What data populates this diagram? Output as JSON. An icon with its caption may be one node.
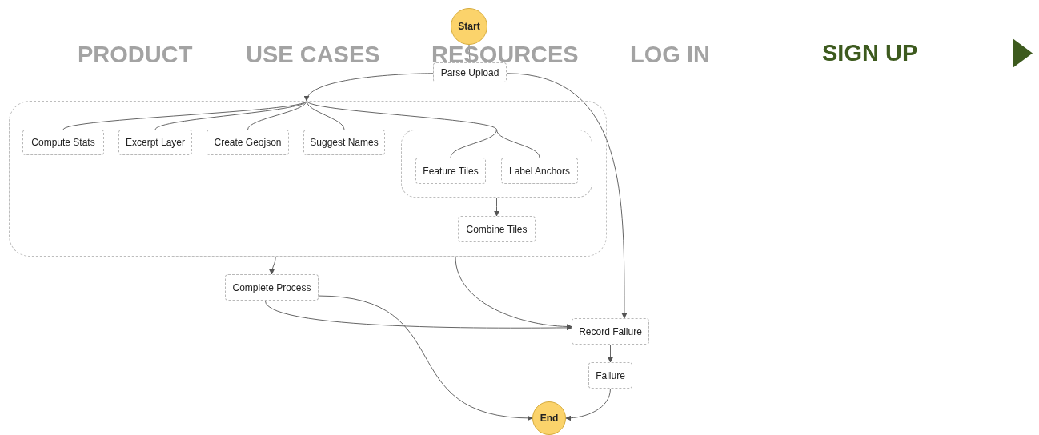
{
  "diagram": {
    "nodes": [
      {
        "text": [
          "Start"
        ]
      },
      {
        "text": [
          "Parse Upload"
        ]
      },
      {
        "text": [],
        "shape": "box"
      },
      {
        "text": [
          "Compute Stats"
        ],
        "in": 2
      },
      {
        "text": [
          "Excerpt Layer"
        ],
        "in": 2
      },
      {
        "text": [
          "Create Geojson"
        ],
        "in": 2
      },
      {
        "text": [
          "Suggest Names"
        ],
        "in": 2
      },
      {
        "text": [],
        "shape": "box",
        "in": 2
      },
      {
        "text": [
          "Feature Tiles"
        ],
        "in": 7
      },
      {
        "text": [
          "Label Anchors"
        ],
        "in": 7
      },
      {
        "text": [
          "Combine Tiles"
        ],
        "in": 2
      },
      {
        "text": [
          "Complete Process"
        ]
      },
      {
        "text": [
          "Record Failure"
        ]
      },
      {
        "text": [
          "Failure"
        ]
      },
      {
        "text": [
          "End"
        ]
      }
    ],
    "edges": [
      {
        "from": 0,
        "to": 1,
        "arrow": "none"
      },
      {
        "from": 1,
        "to": 2,
        "arrow": "to"
      },
      {
        "from": 2,
        "to": 3,
        "arrow": "none"
      },
      {
        "from": 2,
        "to": 4,
        "arrow": "none"
      },
      {
        "from": 2,
        "to": 5,
        "arrow": "none"
      },
      {
        "from": 2,
        "to": 6,
        "arrow": "none"
      },
      {
        "from": 2,
        "to": 7,
        "arrow": "none"
      },
      {
        "from": 7,
        "to": 8,
        "arrow": "none"
      },
      {
        "from": 7,
        "to": 9,
        "arrow": "none"
      },
      {
        "from": 7,
        "to": 10,
        "arrow": "to"
      },
      {
        "from": 2,
        "to": 11,
        "arrow": "to"
      },
      {
        "from": 2,
        "to": 12,
        "arrow": "to"
      },
      {
        "from": 1,
        "to": 12,
        "arrow": "to"
      },
      {
        "from": 11,
        "to": 12,
        "arrow": "to"
      },
      {
        "from": 11,
        "to": 14,
        "arrow": "to"
      },
      {
        "from": 12,
        "to": 13,
        "arrow": "to"
      },
      {
        "from": 13,
        "to": 14,
        "arrow": "to"
      }
    ],
    "labels": [
      "PRODUCT",
      "USE CASES",
      "RESOURCES",
      "LOG IN",
      "SIGN UP"
    ]
  }
}
